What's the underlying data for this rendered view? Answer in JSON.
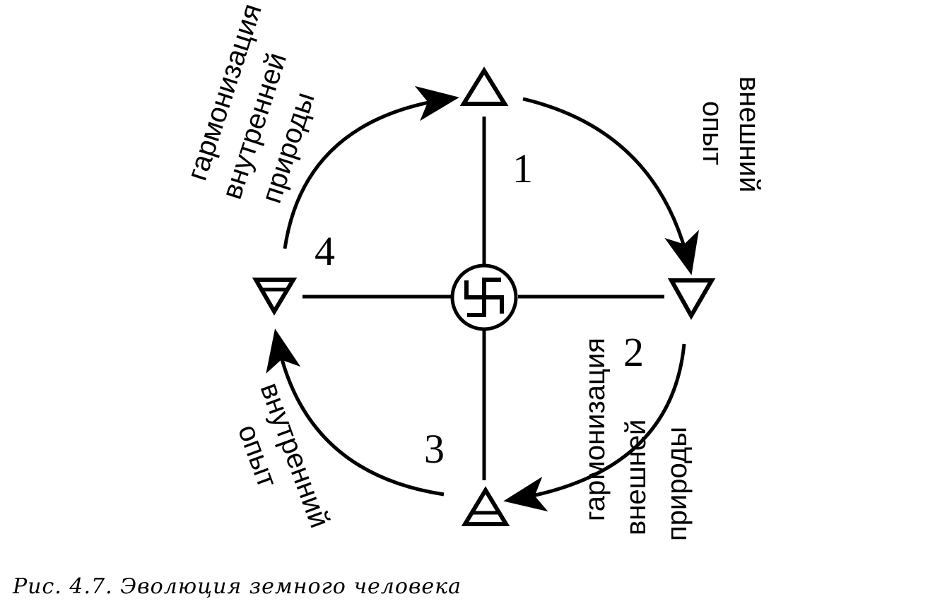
{
  "diagram": {
    "quadrants": [
      {
        "number": "1",
        "text_lines": [
          "внешний",
          "опыт"
        ]
      },
      {
        "number": "2",
        "text_lines": [
          "гармонизация",
          "внешней",
          "природы"
        ]
      },
      {
        "number": "3",
        "text_lines": [
          "внутренний",
          "опыт"
        ]
      },
      {
        "number": "4",
        "text_lines": [
          "гармонизация",
          "внутренней",
          "природы"
        ]
      }
    ],
    "symbols": {
      "top": "triangle-up-icon",
      "right": "triangle-down-icon",
      "bottom": "triangle-up-barred-icon",
      "left": "triangle-down-barred-icon",
      "center": "circled-swastika-icon"
    },
    "caption": "Рис. 4.7. Эволюция земного человека",
    "colors": {
      "ink": "#000000",
      "background": "#ffffff"
    }
  }
}
